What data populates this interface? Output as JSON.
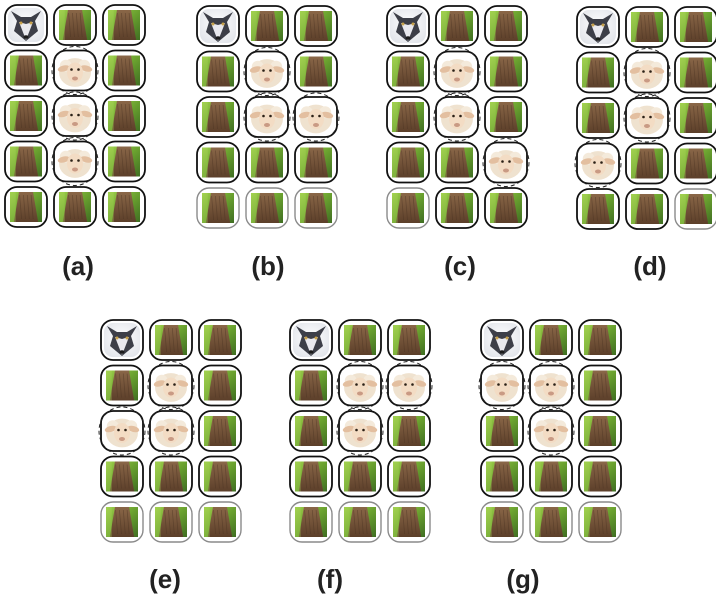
{
  "panels": [
    {
      "label": "(a)",
      "sheep": [
        [
          1,
          1
        ],
        [
          2,
          1
        ],
        [
          3,
          1
        ]
      ]
    },
    {
      "label": "(b)",
      "sheep": [
        [
          1,
          1
        ],
        [
          2,
          1
        ],
        [
          2,
          2
        ]
      ]
    },
    {
      "label": "(c)",
      "sheep": [
        [
          1,
          1
        ],
        [
          2,
          1
        ],
        [
          3,
          2
        ]
      ]
    },
    {
      "label": "(d)",
      "sheep": [
        [
          1,
          1
        ],
        [
          2,
          1
        ],
        [
          3,
          0
        ]
      ]
    },
    {
      "label": "(e)",
      "sheep": [
        [
          1,
          1
        ],
        [
          2,
          1
        ],
        [
          2,
          0
        ]
      ]
    },
    {
      "label": "(f)",
      "sheep": [
        [
          1,
          1
        ],
        [
          2,
          1
        ],
        [
          1,
          2
        ]
      ]
    },
    {
      "label": "(g)",
      "sheep": [
        [
          1,
          1
        ],
        [
          2,
          1
        ],
        [
          1,
          0
        ]
      ]
    }
  ],
  "grid": {
    "rows": 5,
    "cols": 3,
    "wolf": [
      0,
      0
    ]
  },
  "tile_types": [
    "wolf-tile",
    "sheep-tile",
    "grass-tile"
  ],
  "colors": {
    "active_border": "#111111",
    "inactive_border": "#8a8a8a",
    "grass_light": "#79b33a",
    "path_brown": "#7a5638",
    "sheep_wool": "#efe2cf",
    "sheep_face": "#f3dcc4",
    "wolf_dark": "#3d3f48",
    "wolf_light": "#e9e9ee"
  }
}
